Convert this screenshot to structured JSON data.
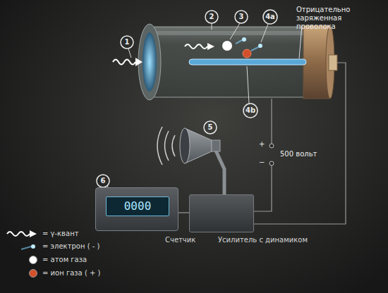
{
  "diagram": {
    "nodes": [
      {
        "text": [
          "0000",
          "Счетчик"
        ]
      },
      {
        "text": [
          "Усилитель с динамиком"
        ]
      }
    ],
    "edges": [
      {
        "from": 0,
        "to": 1,
        "arrow": "none"
      }
    ],
    "labels": [
      "1",
      "2",
      "3",
      "4a",
      "4b",
      "Отрицательно заряженная проволока",
      "5",
      "+",
      "−",
      "500 вольт",
      "6"
    ],
    "legend": [
      {
        "text": "= γ-квант"
      },
      {
        "text": "= электрон ( - )"
      },
      {
        "text": "= атом газа",
        "color": "#ffffff"
      },
      {
        "text": "= ион газа ( + )",
        "color": "#d2502c"
      }
    ]
  }
}
